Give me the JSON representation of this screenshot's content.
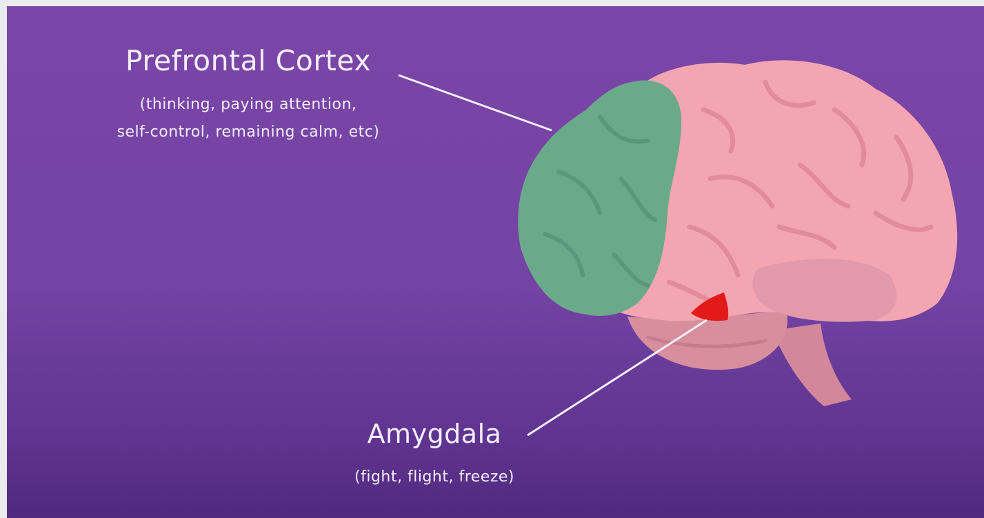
{
  "background_color": "#7744a6",
  "colors": {
    "cortex_pink": "#f3a6b2",
    "prefrontal_green": "#6aa98a",
    "cerebellum_mauve": "#d78f9e",
    "amygdala_red": "#e31a1a",
    "text": "#f4eef9"
  },
  "prefrontal": {
    "title": "Prefrontal Cortex",
    "description_line1": "(thinking, paying attention,",
    "description_line2": "self-control, remaining calm, etc)"
  },
  "amygdala": {
    "title": "Amygdala",
    "description": "(fight, flight, freeze)"
  }
}
